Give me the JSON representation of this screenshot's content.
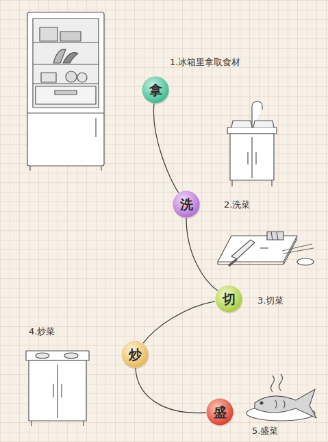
{
  "diagram": {
    "nodes": [
      {
        "text": [
          "拿"
        ]
      },
      {
        "text": [
          "洗"
        ]
      },
      {
        "text": [
          "切"
        ]
      },
      {
        "text": [
          "炒"
        ]
      },
      {
        "text": [
          "盛"
        ]
      }
    ],
    "edges": [
      {
        "from": 0,
        "to": 1,
        "arrow": "none"
      },
      {
        "from": 1,
        "to": 2,
        "arrow": "none"
      },
      {
        "from": 2,
        "to": 3,
        "arrow": "none"
      },
      {
        "from": 3,
        "to": 4,
        "arrow": "none"
      }
    ],
    "labels": [
      "1.冰箱里拿取食材",
      "2.洗菜",
      "3.切菜",
      "4.炒菜",
      "5.盛菜"
    ]
  }
}
